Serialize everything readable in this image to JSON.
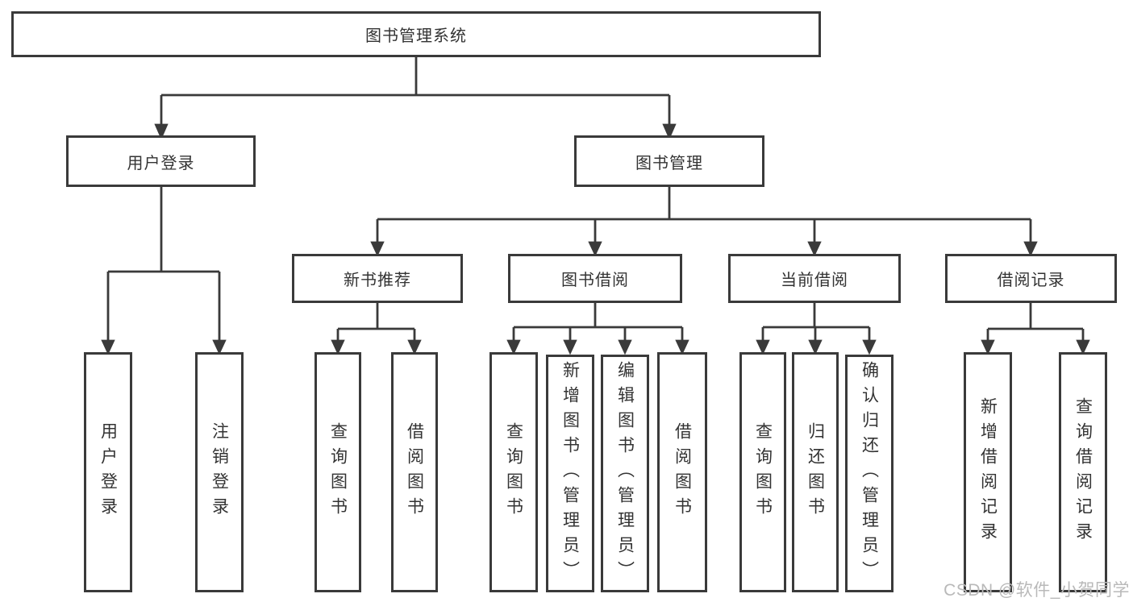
{
  "colors": {
    "node_border": "#3a3a3a",
    "connector_line": "#3a3a3a",
    "arrowhead": "#3a3a3a",
    "text": "#333333",
    "watermark_text": "#b9b9b9",
    "background": "#ffffff"
  },
  "diagram": {
    "root": {
      "label": "图书管理系统"
    },
    "branches": [
      {
        "label": "用户登录",
        "children": [
          "用户登录",
          "注销登录"
        ]
      },
      {
        "label": "图书管理",
        "children": [
          {
            "label": "新书推荐",
            "children": [
              "查询图书",
              "借阅图书"
            ]
          },
          {
            "label": "图书借阅",
            "children": [
              "查询图书",
              "新增图书（管理员）",
              "编辑图书（管理员）",
              "借阅图书"
            ]
          },
          {
            "label": "当前借阅",
            "children": [
              "查询图书",
              "归还图书",
              "确认归还（管理员）"
            ]
          },
          {
            "label": "借阅记录",
            "children": [
              "新增借阅记录",
              "查询借阅记录"
            ]
          }
        ]
      }
    ]
  },
  "watermark": {
    "text": "CSDN @软件_小贺同学"
  }
}
